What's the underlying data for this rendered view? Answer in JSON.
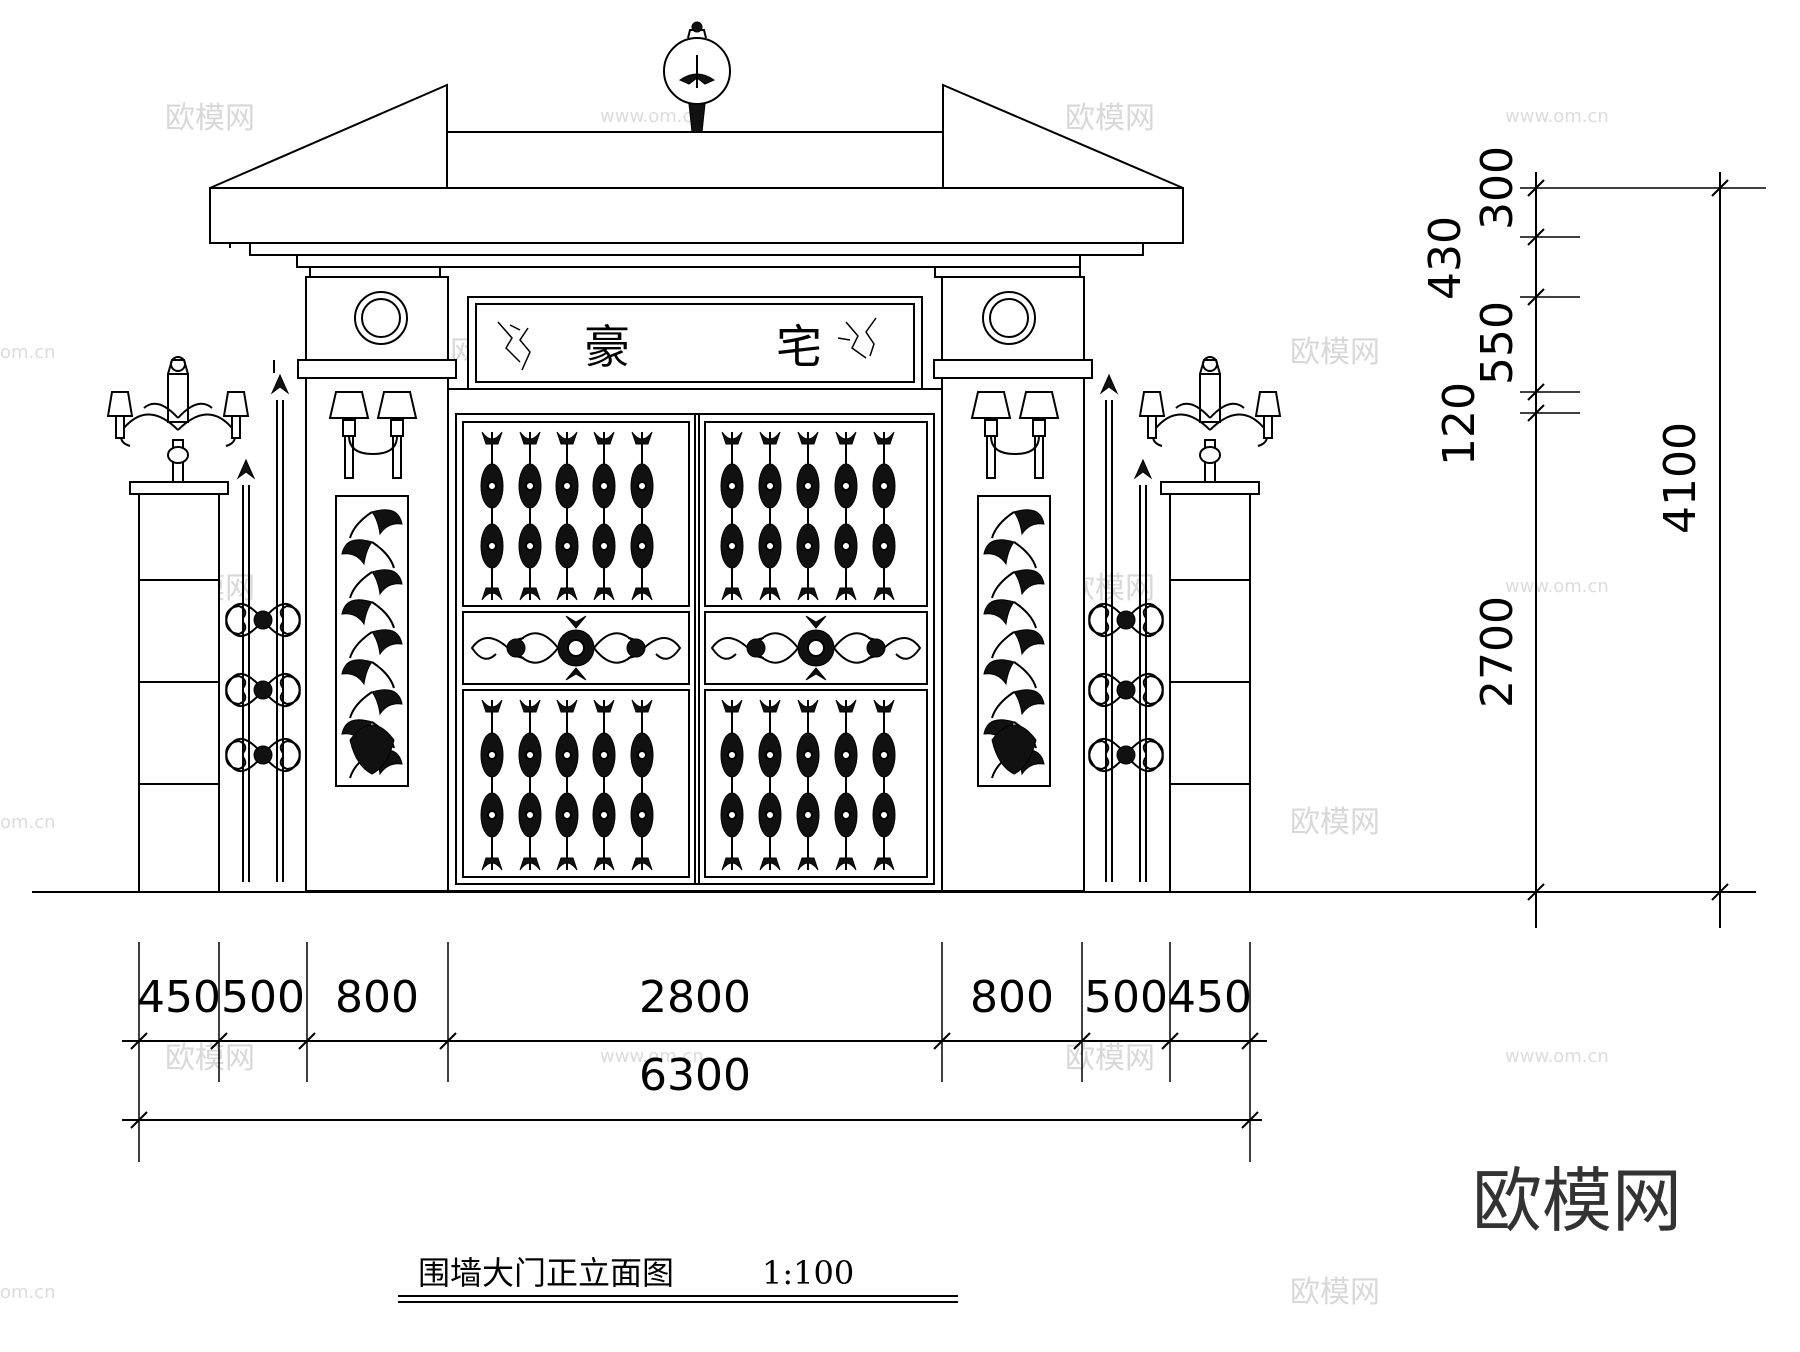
{
  "drawing": {
    "sign": {
      "left_char": "豪",
      "right_char": "宅"
    },
    "horizontal_dimensions": {
      "segments": [
        "450",
        "500",
        "800",
        "2800",
        "800",
        "500",
        "450"
      ],
      "total": "6300"
    },
    "vertical_dimensions": {
      "segments": [
        "300",
        "430",
        "550",
        "120",
        "2700"
      ],
      "total": "4100"
    },
    "title": {
      "text": "围墙大门正立面图",
      "scale": "1:100"
    }
  },
  "watermark": {
    "brand": "欧模网",
    "url": "www.om.cn",
    "edge_url": "om.cn"
  }
}
